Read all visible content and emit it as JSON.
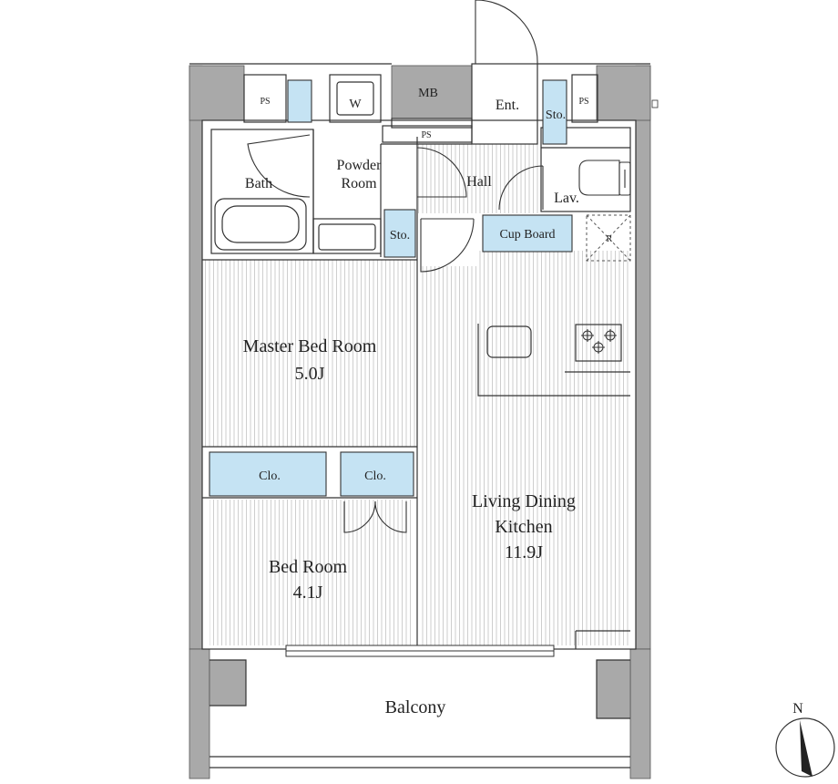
{
  "rooms": {
    "master_bed": {
      "name": "Master Bed Room",
      "size": "5.0J"
    },
    "bed": {
      "name": "Bed Room",
      "size": "4.1J"
    },
    "ldk": {
      "name_line1": "Living Dining",
      "name_line2": "Kitchen",
      "size": "11.9J"
    },
    "balcony": {
      "name": "Balcony"
    },
    "bath": {
      "name": "Bath"
    },
    "powder": {
      "name_line1": "Powder",
      "name_line2": "Room"
    },
    "hall": {
      "name": "Hall"
    },
    "entrance": {
      "name": "Ent."
    },
    "lavatory": {
      "name": "Lav."
    }
  },
  "fixtures": {
    "ps_left": "PS",
    "ps_right": "PS",
    "ps_mid": "PS",
    "mb": "MB",
    "washer": "W",
    "storage_entrance": "Sto.",
    "storage_hall": "Sto.",
    "cup_board": "Cup Board",
    "refrigerator": "R",
    "closet_master": "Clo.",
    "closet_bed": "Clo."
  },
  "compass": {
    "north_label": "N"
  },
  "colors": {
    "wall": "#a9a9a9",
    "storage": "#c5e3f3",
    "line": "#333333",
    "floor_hatch": "#bfbfbf"
  }
}
